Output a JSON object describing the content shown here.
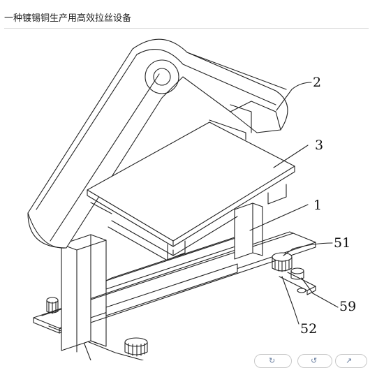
{
  "header": {
    "title": "一种镀锡铜生产用高效拉丝设备"
  },
  "figure": {
    "callouts": [
      {
        "id": "2",
        "text": "2"
      },
      {
        "id": "3",
        "text": "3"
      },
      {
        "id": "1",
        "text": "1"
      },
      {
        "id": "51",
        "text": "51"
      },
      {
        "id": "59",
        "text": "59"
      },
      {
        "id": "52",
        "text": "52"
      }
    ]
  },
  "toolbar": {
    "icons": [
      "rotate-icon",
      "refresh-icon",
      "share-icon"
    ]
  },
  "colors": {
    "line": "#222222",
    "rule": "#d9d9d9",
    "toolbar_icon": "#6a7fa0"
  }
}
